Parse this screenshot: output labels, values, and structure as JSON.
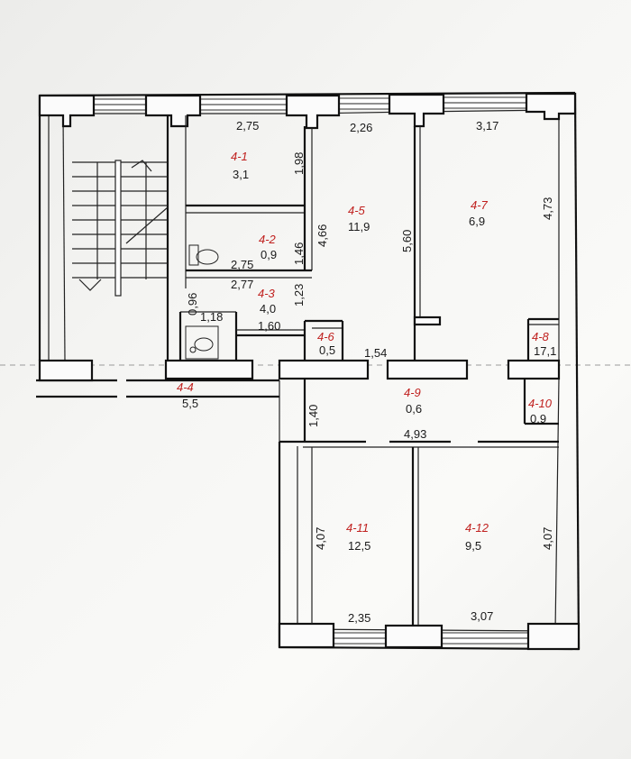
{
  "rooms": [
    {
      "id": "4-1",
      "area": "3,1"
    },
    {
      "id": "4-2",
      "area": "0,9"
    },
    {
      "id": "4-3",
      "area": "4,0"
    },
    {
      "id": "4-4",
      "area": "5,5"
    },
    {
      "id": "4-5",
      "area": "11,9"
    },
    {
      "id": "4-6",
      "area": "0,5"
    },
    {
      "id": "4-7",
      "area": "6,9"
    },
    {
      "id": "4-8",
      "area": "17,1"
    },
    {
      "id": "4-9",
      "area": "0,6"
    },
    {
      "id": "4-10",
      "area": "0,9"
    },
    {
      "id": "4-11",
      "area": "12,5"
    },
    {
      "id": "4-12",
      "area": "9,5"
    }
  ],
  "dimensions": {
    "d275_top": "2,75",
    "d226": "2,26",
    "d317": "3,17",
    "d198": "1,98",
    "d466": "4,66",
    "d560": "5,60",
    "d473": "4,73",
    "d146": "1,46",
    "d275_mid": "2,75",
    "d277": "2,77",
    "d096": "0,96",
    "d123": "1,23",
    "d118": "1,18",
    "d160": "1,60",
    "d154": "1,54",
    "d140": "1,40",
    "d493": "4,93",
    "d407_left": "4,07",
    "d407_right": "4,07",
    "d235": "2,35",
    "d307": "3,07"
  }
}
